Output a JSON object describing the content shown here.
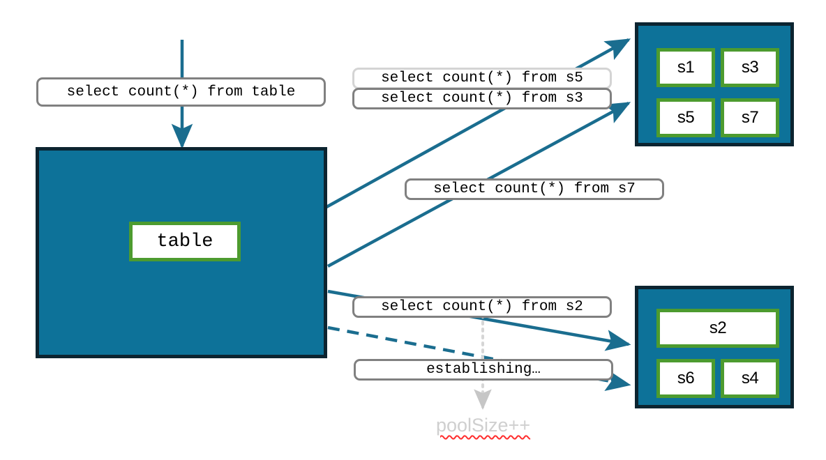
{
  "diagram": {
    "title": "Connection pool query routing diagram",
    "colors": {
      "pool_fill": "#0d7299",
      "pool_border": "#0c2430",
      "node_border": "#4d9b2f",
      "node_fill": "#ffffff",
      "arrow": "#1a6d8f",
      "chip_border": "#808080",
      "chip_border_faded": "#d4d4d4",
      "ghost_text": "#cfcfcf",
      "spellcheck_underline": "#ff2d2d"
    },
    "source": {
      "table_node_label": "table",
      "incoming_query_label": "select count(*) from table"
    },
    "labels": {
      "query_s5": "select count(*) from s5",
      "query_s3": "select count(*) from s3",
      "query_s7": "select count(*) from s7",
      "query_s2": "select count(*) from s2",
      "establishing": "establishing…",
      "pool_size_increment": "poolSize++"
    },
    "pool_top": {
      "name": "shard-pool-top",
      "servers": [
        "s1",
        "s3",
        "s5",
        "s7"
      ]
    },
    "pool_bottom": {
      "name": "shard-pool-bottom",
      "servers": [
        "s2",
        "s6",
        "s4"
      ]
    }
  }
}
